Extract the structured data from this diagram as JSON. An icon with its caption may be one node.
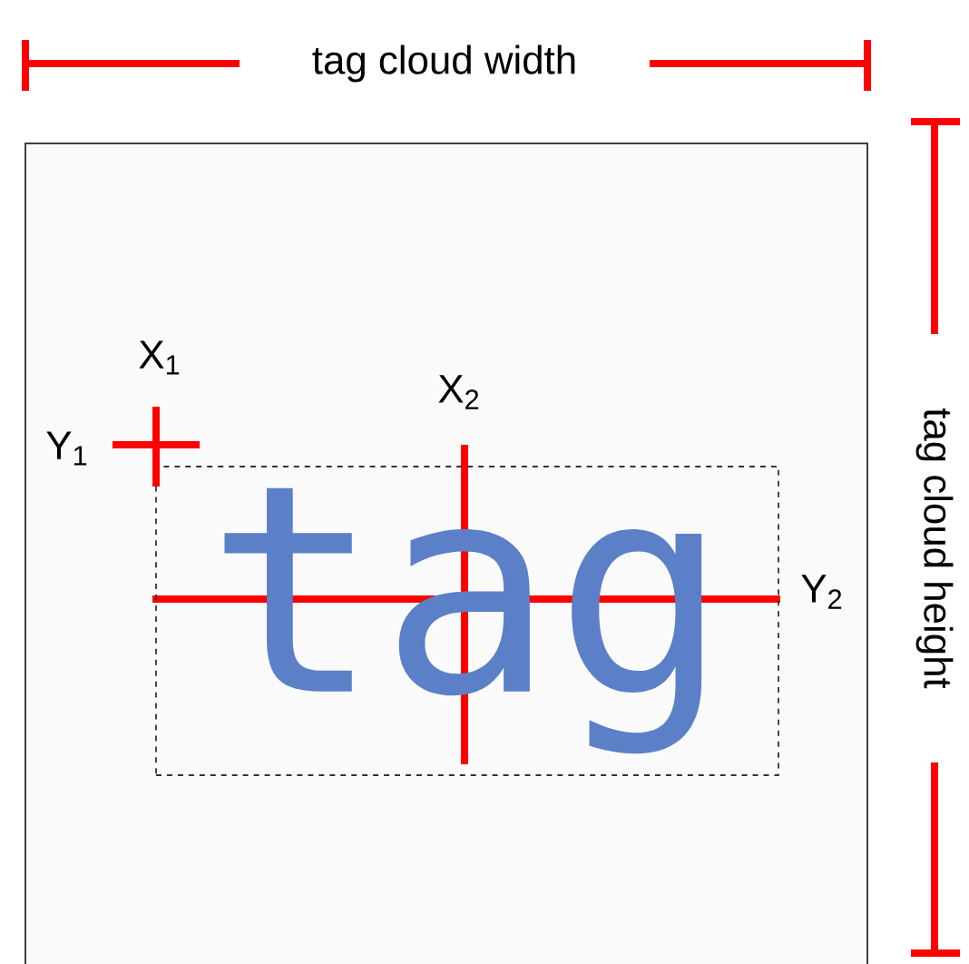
{
  "diagram": {
    "nodes": [
      {
        "text": [],
        "shape": "box"
      },
      {
        "text": [
          "tag"
        ],
        "in": 0
      }
    ],
    "labels": [
      "tag cloud width",
      "tag cloud height",
      "X$_{1}$",
      "Y$_{1}$",
      "X$_{2}$",
      "Y$_{2}$"
    ]
  }
}
